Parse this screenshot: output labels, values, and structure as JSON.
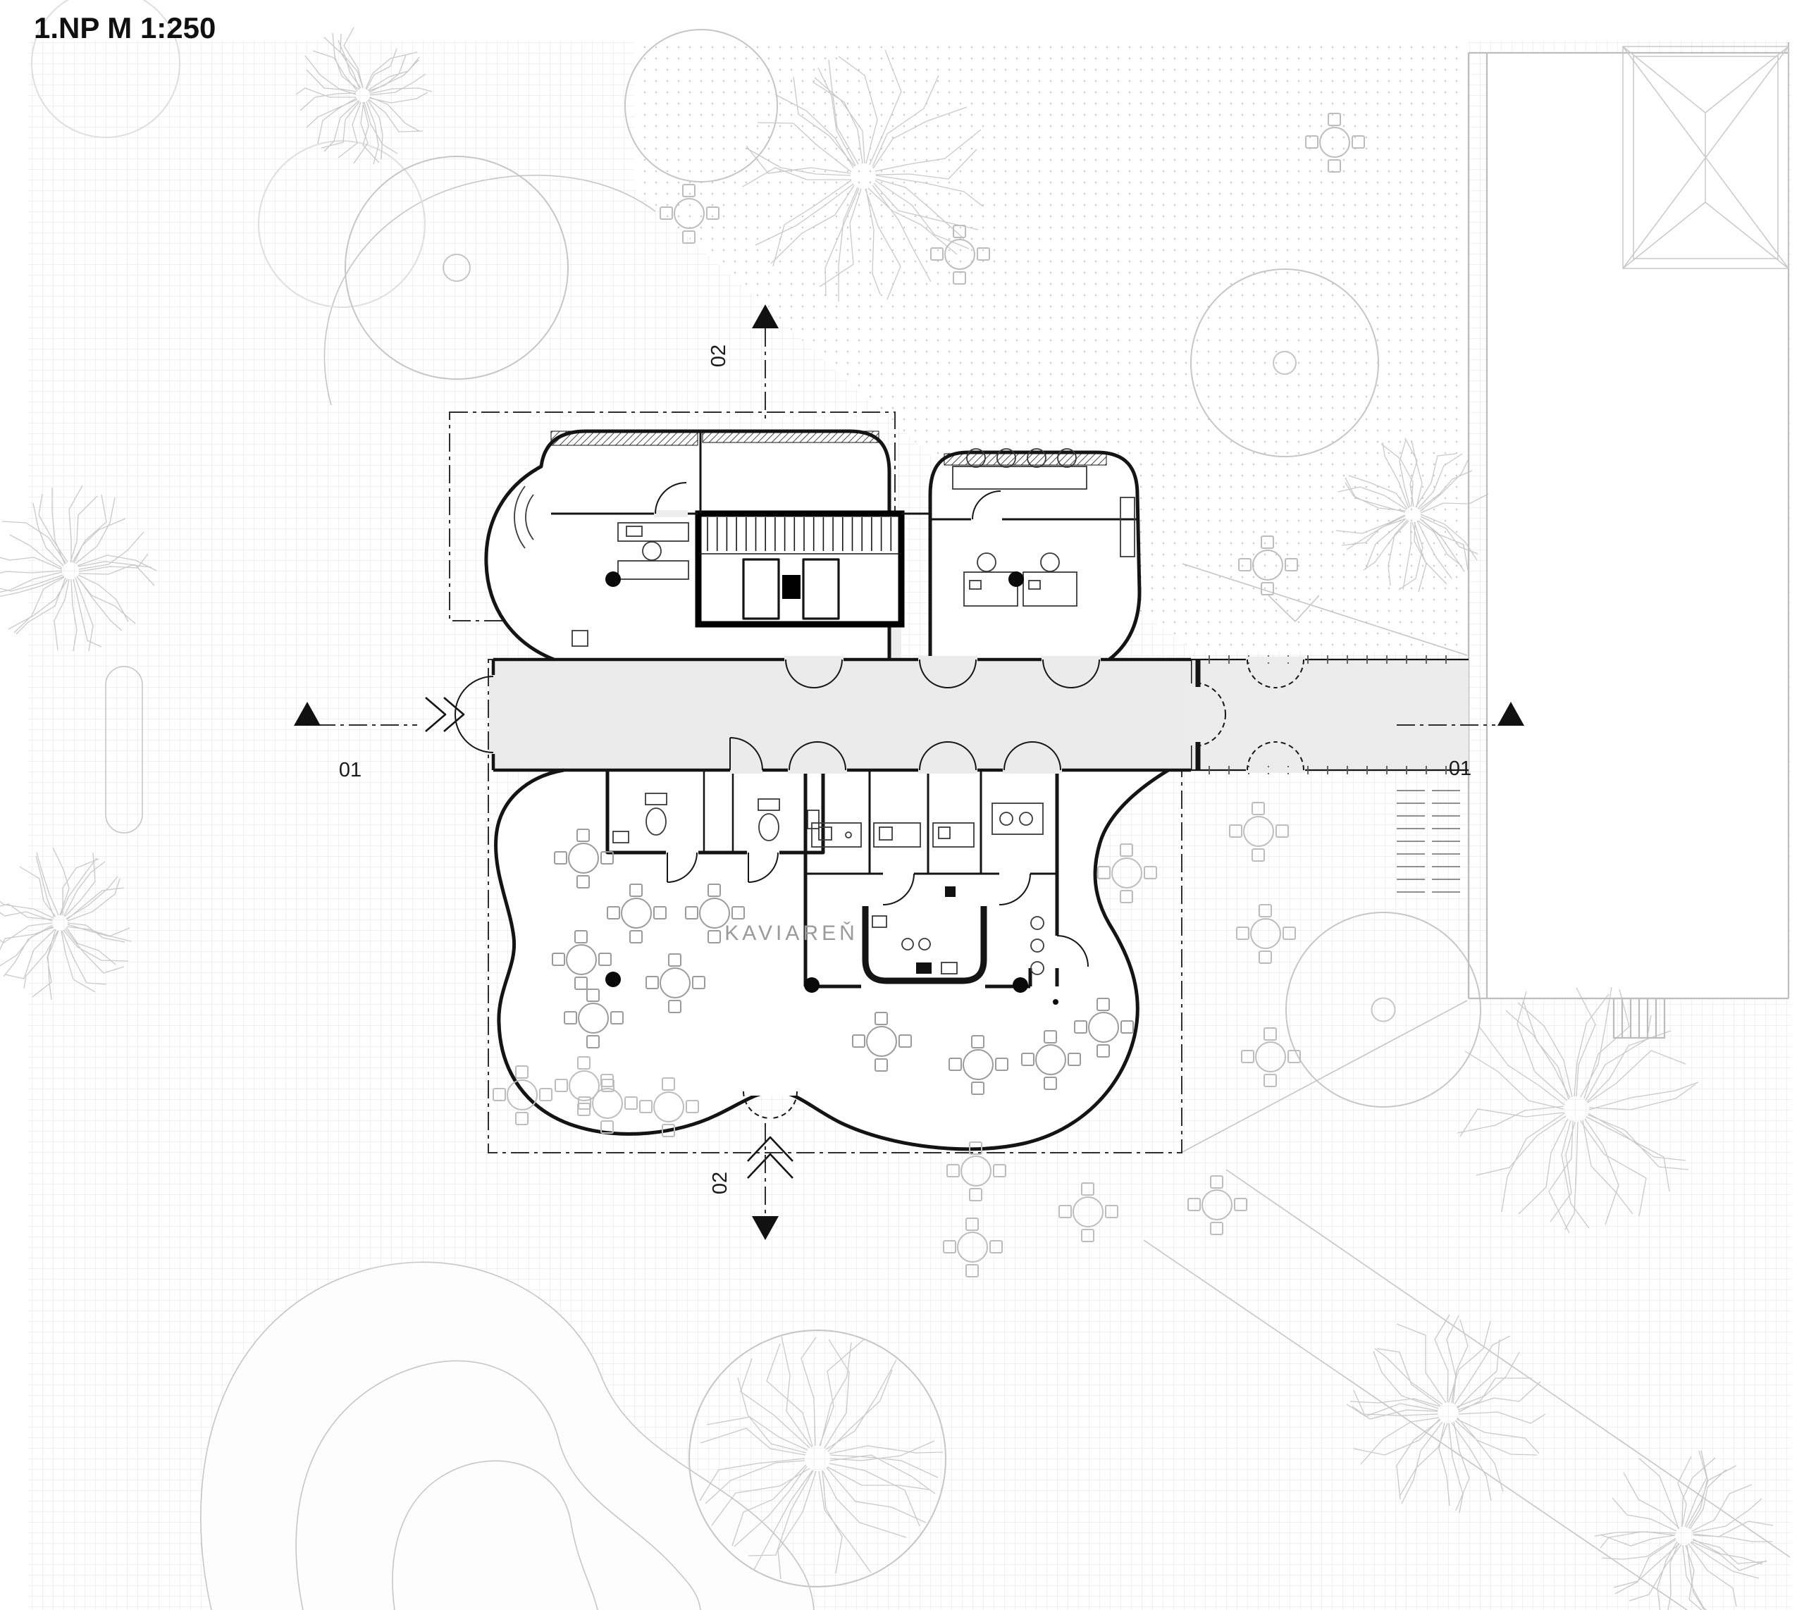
{
  "title": "1.NP M 1:250",
  "plan": {
    "cafe_label": "KAVIAREŇ",
    "section_markers": {
      "left": "01",
      "right": "01",
      "top": "02",
      "bottom": "02"
    }
  },
  "colors": {
    "ink": "#141414",
    "site_line": "#c6c6c6",
    "paving_grid": "#e3e3e3",
    "stipple": "#c9c9c9",
    "floor_fill": "#ebebeb",
    "furniture": "#9b9b9b",
    "terrace_furniture": "#bdbdbd",
    "label_gray": "#9a9a9a"
  }
}
